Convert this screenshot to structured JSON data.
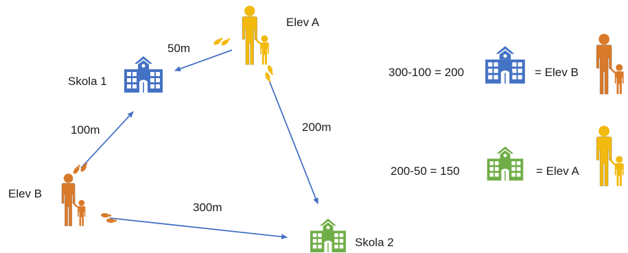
{
  "labels": {
    "elev_a": "Elev A",
    "elev_b": "Elev B",
    "skola_1": "Skola 1",
    "skola_2": "Skola 2"
  },
  "distances": {
    "a_to_skola1": "50m",
    "a_to_skola2": "200m",
    "b_to_skola1": "100m",
    "b_to_skola2": "300m"
  },
  "equations": {
    "eq1_left": "300-100 = 200",
    "eq1_right": "= Elev B",
    "eq2_left": "200-50 = 150",
    "eq2_right": "= Elev A"
  },
  "colors": {
    "arrow": "#4472C4",
    "school_blue": "#4472C4",
    "school_green": "#70AD47",
    "person_yellow": "#F2B90F",
    "person_orange": "#D97A2B",
    "person_yellow_dark": "#B8860B",
    "person_orange_dark": "#A0521C"
  },
  "icons": {
    "school": "school-building-icon",
    "person": "parent-child-icon",
    "footprints": "footprints-icon"
  }
}
